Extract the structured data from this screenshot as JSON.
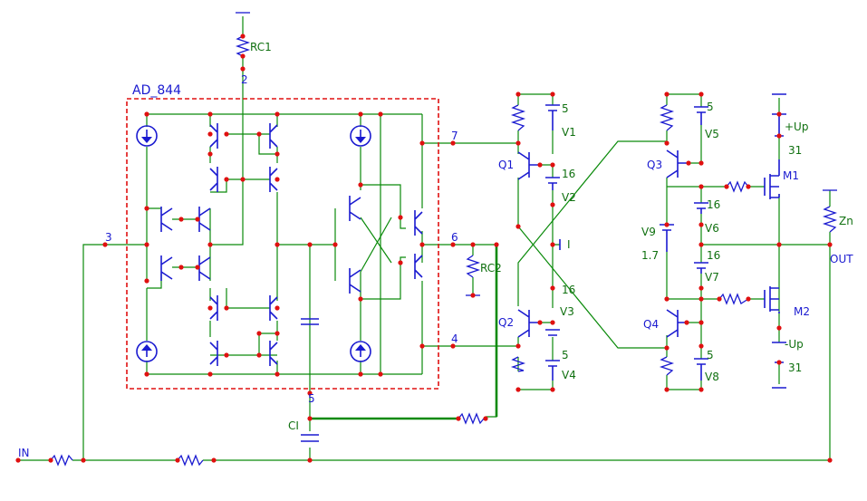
{
  "colors": {
    "wire": "#0a8a0a",
    "component": "#1a1ad0",
    "node": "#e01010",
    "box": "#e01010",
    "label": "#107010"
  },
  "block_title": "AD_844",
  "nodes": {
    "n2": "2",
    "n3": "3",
    "n4": "4",
    "n5": "5",
    "n6": "6",
    "n7": "7"
  },
  "labels": {
    "rc1": "RC1",
    "rc2": "RC2",
    "ci": "CI",
    "in": "IN",
    "out": "OUT",
    "zn": "Zn",
    "q1": "Q1",
    "q2": "Q2",
    "q3": "Q3",
    "q4": "Q4",
    "m1": "M1",
    "m2": "M2",
    "v1": "V1",
    "v2": "V2",
    "v3": "V3",
    "v4": "V4",
    "v5": "V5",
    "v6": "V6",
    "v7": "V7",
    "v8": "V8",
    "v9": "V9",
    "i": "I",
    "up_pos": "+Up",
    "up_neg": "-Up"
  },
  "values": {
    "v1": "5",
    "v2": "16",
    "v3": "16",
    "v4": "5",
    "v5": "5",
    "v6": "16",
    "v7": "16",
    "v8": "5",
    "v9": "1.7",
    "up_pos": "31",
    "up_neg": "31"
  }
}
